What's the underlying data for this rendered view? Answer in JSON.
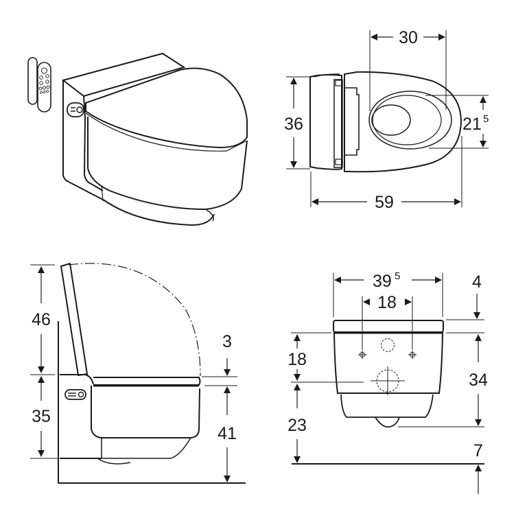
{
  "diagram": {
    "subject": "wall-hung shower toilet dimension drawing",
    "colors": {
      "line": "#1a1a1a",
      "background": "#ffffff"
    },
    "views": [
      {
        "id": "perspective",
        "label": "perspective view with remote control"
      },
      {
        "id": "top",
        "label": "top view"
      },
      {
        "id": "side",
        "label": "side view"
      },
      {
        "id": "front",
        "label": "front view"
      }
    ],
    "dimensions": {
      "top": {
        "seat_opening_width": "30",
        "depth_width": "36",
        "bowl_opening": "21",
        "bowl_opening_sup": "5",
        "total_length": "59"
      },
      "side": {
        "lid_height": "46",
        "body_height": "35",
        "seat_thickness": "3",
        "seat_to_floor": "41"
      },
      "front": {
        "total_width": "39",
        "total_width_sup": "5",
        "fixing_spacing": "18",
        "lid_gap": "4",
        "upper_height": "18",
        "body_height": "34",
        "lower_height": "23",
        "floor_gap": "7"
      }
    }
  }
}
